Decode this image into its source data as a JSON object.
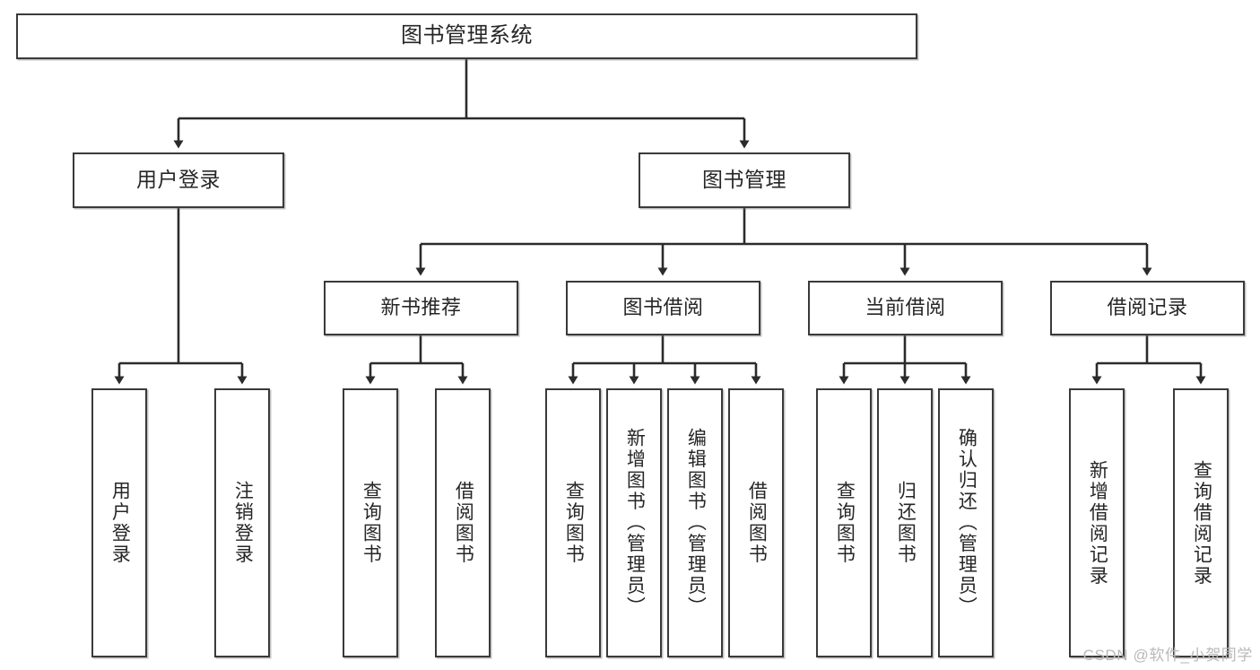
{
  "diagram": {
    "type": "tree-hierarchy-diagram",
    "title": "图书管理系统",
    "colors": {
      "box_border": "#3a3a3a",
      "box_fill": "#ffffff",
      "line": "#2b2b2b",
      "text": "#262626",
      "watermark": "#b9b9b9"
    },
    "root": {
      "label": "图书管理系统"
    },
    "level2": [
      {
        "label": "用户登录"
      },
      {
        "label": "图书管理"
      }
    ],
    "level3": [
      {
        "label": "新书推荐"
      },
      {
        "label": "图书借阅"
      },
      {
        "label": "当前借阅"
      },
      {
        "label": "借阅记录"
      }
    ],
    "leaves": {
      "user_login": [
        {
          "label": "用户登录"
        },
        {
          "label": "注销登录"
        }
      ],
      "new_book_recommend": [
        {
          "label": "查询图书"
        },
        {
          "label": "借阅图书"
        }
      ],
      "book_borrow": [
        {
          "label": "查询图书"
        },
        {
          "label": "新增图书（管理员）"
        },
        {
          "label": "编辑图书（管理员）"
        },
        {
          "label": "借阅图书"
        }
      ],
      "current_borrow": [
        {
          "label": "查询图书"
        },
        {
          "label": "归还图书"
        },
        {
          "label": "确认归还（管理员）"
        }
      ],
      "borrow_records": [
        {
          "label": "新增借阅记录"
        },
        {
          "label": "查询借阅记录"
        }
      ]
    },
    "watermark": "CSDN @软件_小贺同学"
  }
}
